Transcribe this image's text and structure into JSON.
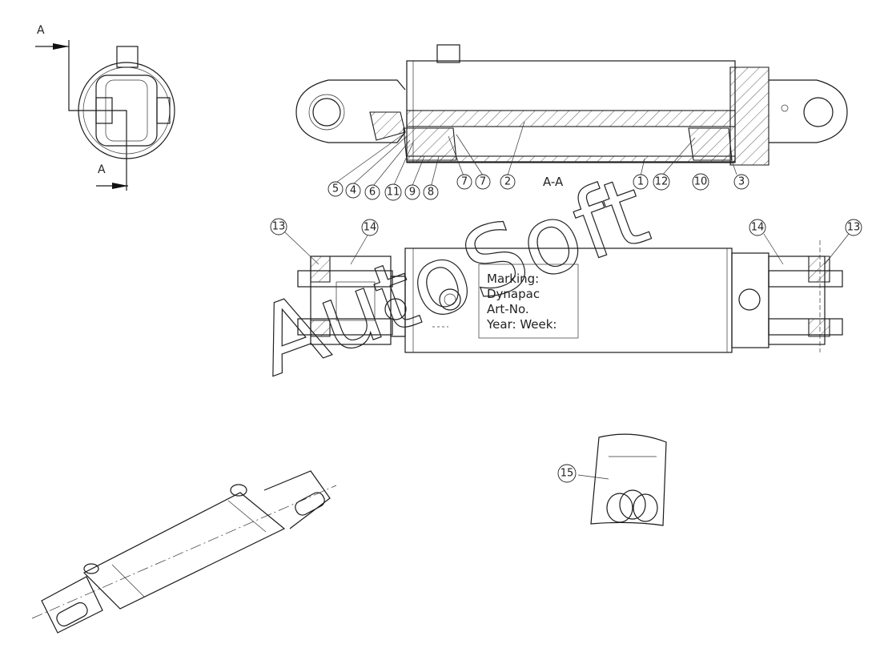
{
  "section_label": "A",
  "section_title": "A-A",
  "marking_lines": [
    "Marking:",
    "Dynapac",
    "Art-No.",
    "Year: Week:"
  ],
  "watermark": "AutoSoft",
  "callouts": {
    "c1": "1",
    "c2": "2",
    "c3": "3",
    "c4": "4",
    "c5": "5",
    "c6": "6",
    "c7a": "7",
    "c7b": "7",
    "c8": "8",
    "c9": "9",
    "c10": "10",
    "c11": "11",
    "c12": "12",
    "c13a": "13",
    "c13b": "13",
    "c14a": "14",
    "c14b": "14",
    "c15": "15"
  }
}
